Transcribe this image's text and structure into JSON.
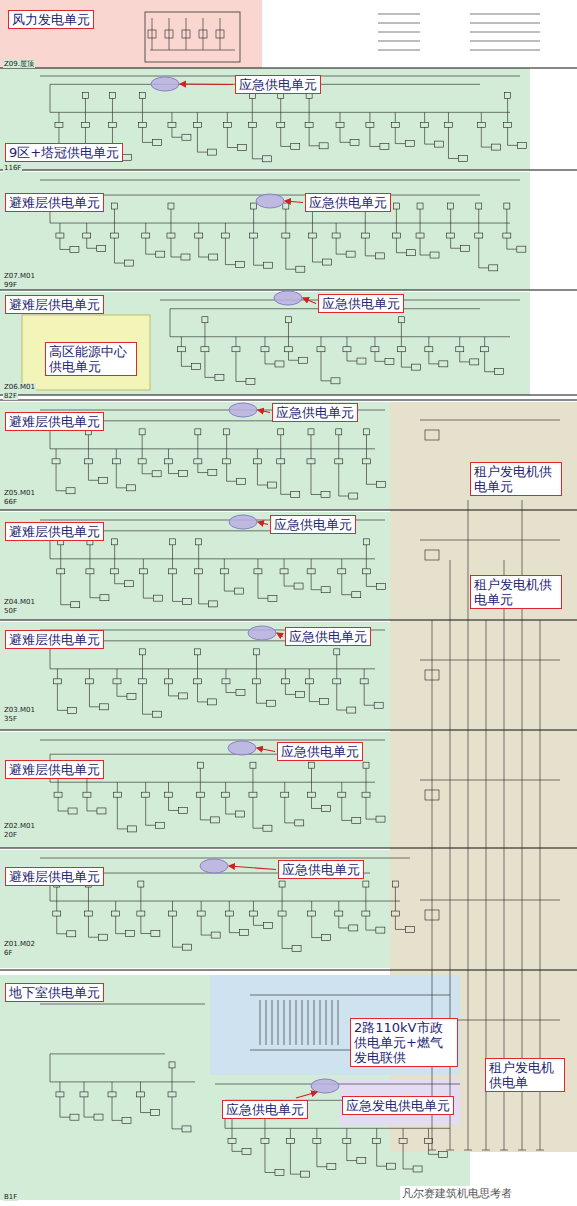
{
  "diagram": {
    "nodes": [
      {
        "text": [
          "风力发电单元"
        ]
      },
      {
        "text": [
          "应急供电单元"
        ]
      },
      {
        "text": [
          "9区+塔冠供电单元"
        ]
      },
      {
        "text": [
          "避难层供电单元"
        ]
      },
      {
        "text": [
          "应急供电单元"
        ]
      },
      {
        "text": [
          "避难层供电单元"
        ]
      },
      {
        "text": [
          "应急供电单元"
        ]
      },
      {
        "text": [
          "高区能源中心供电单元"
        ]
      },
      {
        "text": [
          "避难层供电单元"
        ]
      },
      {
        "text": [
          "应急供电单元"
        ]
      },
      {
        "text": [
          "租户发电机供电单元"
        ]
      },
      {
        "text": [
          "避难层供电单元"
        ]
      },
      {
        "text": [
          "应急供电单元"
        ]
      },
      {
        "text": [
          "租户发电机供电单元"
        ]
      },
      {
        "text": [
          "避难层供电单元"
        ]
      },
      {
        "text": [
          "应急供电单元"
        ]
      },
      {
        "text": [
          "避难层供电单元"
        ]
      },
      {
        "text": [
          "应急供电单元"
        ]
      },
      {
        "text": [
          "避难层供电单元"
        ]
      },
      {
        "text": [
          "应急供电单元"
        ]
      },
      {
        "text": [
          "地下室供电单元"
        ]
      },
      {
        "text": [
          "2路110kV市政供电单元+燃气发电联供"
        ]
      },
      {
        "text": [
          "租户发电机供电单"
        ]
      },
      {
        "text": [
          "应急供电单元"
        ]
      },
      {
        "text": [
          "应急发电供电单元"
        ]
      }
    ],
    "labels": [
      "Z09.屋顶",
      "116F",
      "Z07.M01",
      "99F",
      "Z06.M01",
      "82F",
      "Z05.M01",
      "66F",
      "Z04.M01",
      "50F",
      "Z03.M01",
      "35F",
      "Z02.M01",
      "20F",
      "Z01.M02",
      "6F",
      "B1F",
      "凡尔赛建筑机电思考者"
    ]
  }
}
